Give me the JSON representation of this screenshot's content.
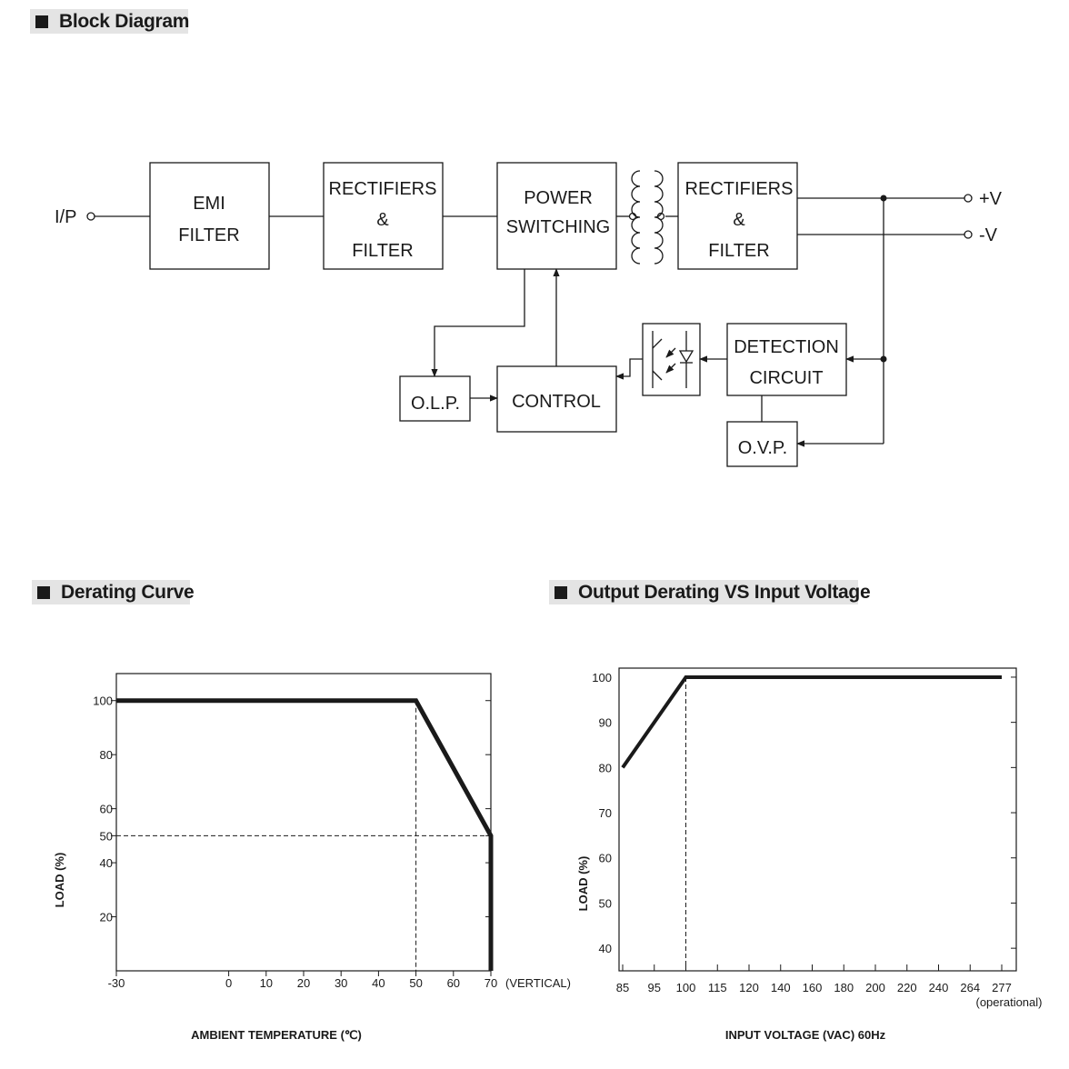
{
  "sections": {
    "block_diagram": "Block Diagram",
    "derating_curve": "Derating Curve",
    "output_derating": "Output Derating VS Input Voltage"
  },
  "block_diagram": {
    "input_label": "I/P",
    "emi": [
      "EMI",
      "FILTER"
    ],
    "rect1": [
      "RECTIFIERS",
      "&",
      "FILTER"
    ],
    "power": [
      "POWER",
      "SWITCHING"
    ],
    "rect2": [
      "RECTIFIERS",
      "&",
      "FILTER"
    ],
    "olp": "O.L.P.",
    "control": "CONTROL",
    "detection": [
      "DETECTION",
      "CIRCUIT"
    ],
    "ovp": "O.V.P.",
    "out_pos": "+V",
    "out_neg": "-V"
  },
  "chart_data": [
    {
      "type": "line",
      "title": "Derating Curve",
      "xlabel": "AMBIENT TEMPERATURE (℃)",
      "ylabel": "LOAD (%)",
      "x_ticks": [
        "-30",
        "0",
        "10",
        "20",
        "30",
        "40",
        "50",
        "60",
        "70"
      ],
      "x_tick_note": "(VERTICAL)",
      "y_ticks": [
        "100",
        "80",
        "60",
        "50",
        "40",
        "20"
      ],
      "xlim": [
        -30,
        70
      ],
      "ylim": [
        0,
        110
      ],
      "series": [
        {
          "x": [
            -30,
            50,
            70,
            70
          ],
          "y": [
            100,
            100,
            50,
            0
          ]
        }
      ],
      "guides": [
        {
          "x": 50,
          "y": 100
        },
        {
          "x": 70,
          "y": 50
        }
      ]
    },
    {
      "type": "line",
      "title": "Output Derating VS Input Voltage",
      "xlabel": "INPUT VOLTAGE (VAC) 60Hz",
      "ylabel": "LOAD (%)",
      "x_ticks": [
        "85",
        "95",
        "100",
        "115",
        "120",
        "140",
        "160",
        "180",
        "200",
        "220",
        "240",
        "264",
        "277"
      ],
      "x_tick_note": "(operational)",
      "y_ticks": [
        "100",
        "90",
        "80",
        "70",
        "60",
        "50",
        "40"
      ],
      "ylim": [
        35,
        102
      ],
      "series": [
        {
          "x": [
            "85",
            "100",
            "277"
          ],
          "y": [
            80,
            100,
            100
          ]
        }
      ],
      "guides": [
        {
          "x": "100",
          "y": 100
        }
      ]
    }
  ]
}
